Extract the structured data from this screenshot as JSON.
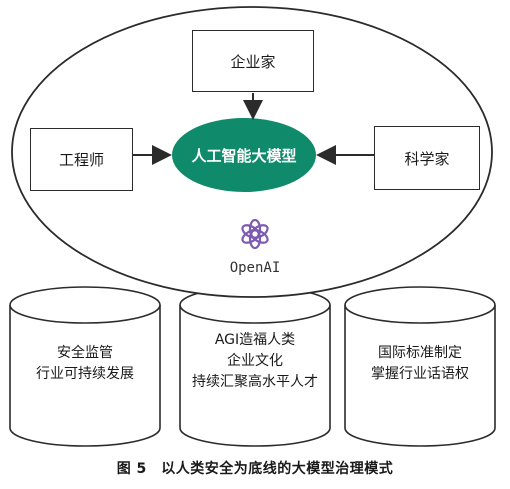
{
  "nodes": {
    "top": "企业家",
    "left": "工程师",
    "right": "科学家",
    "center": "人工智能大模型"
  },
  "brand": {
    "name": "OpenAI",
    "logo_icon": "openai-logo-icon"
  },
  "pillars": [
    {
      "lines": [
        "安全监管",
        "行业可持续发展"
      ]
    },
    {
      "lines": [
        "AGI造福人类",
        "企业文化",
        "持续汇聚高水平人才"
      ]
    },
    {
      "lines": [
        "国际标准制定",
        "掌握行业话语权"
      ]
    }
  ],
  "caption": "图 5　以人类安全为底线的大模型治理模式",
  "colors": {
    "core_fill": "#0f8a6a",
    "logo": "#7d5bb0",
    "stroke": "#2b2b2b"
  }
}
